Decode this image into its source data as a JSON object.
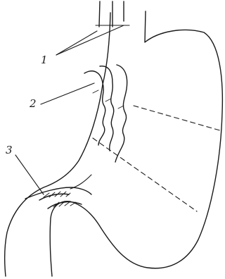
{
  "labels": [
    {
      "text": "1"
    },
    {
      "text": "2"
    },
    {
      "text": "3"
    }
  ]
}
